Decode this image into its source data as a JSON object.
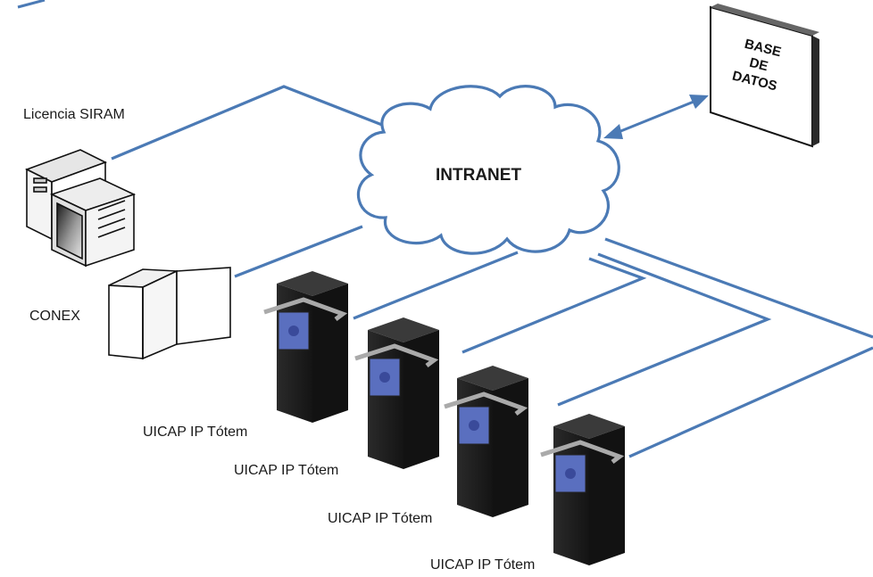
{
  "diagram": {
    "cloud_label": "INTRANET",
    "database_lines": [
      "BASE",
      "DE",
      "DATOS"
    ],
    "server_label": "Licencia SIRAM",
    "panel_label": "CONEX",
    "totem_labels": [
      "UICAP IP Tótem",
      "UICAP IP Tótem",
      "UICAP IP Tótem",
      "UICAP IP Tótem"
    ]
  },
  "colors": {
    "link": "#4b7ab5",
    "cloud_outline": "#4b7ab5",
    "totem_body": "#1d1d1d",
    "totem_screen": "#5a6fbf"
  }
}
